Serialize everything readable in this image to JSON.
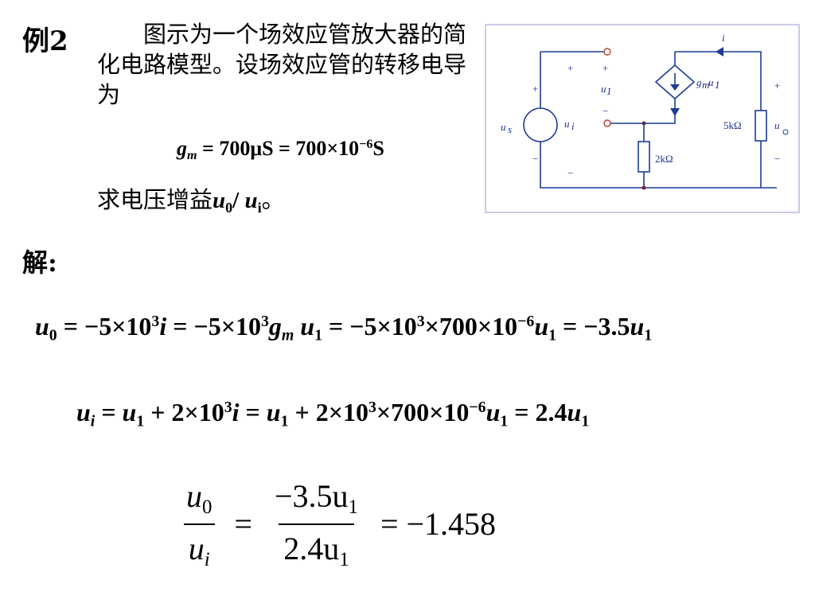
{
  "example": {
    "label": "例2",
    "problem": "图示为一个场效应管放大器的简化电路模型。设场效应管的转移电导为",
    "gm_symbol": "g",
    "gm_sub": "m",
    "gm_value": " = 700μS = 700×10",
    "gm_exp": "−6",
    "gm_unit": "S",
    "ask_prefix": "求电压增益",
    "ask_u": "u",
    "ask_sub0": "0",
    "ask_slash": "/ ",
    "ask_sub_i": "i",
    "ask_suffix": "。"
  },
  "solution": {
    "label": "解:"
  },
  "equations": {
    "eq1": {
      "lhs_sub": "0",
      "p1": " = −5×10",
      "e1": "3",
      "p2": " = −5×10",
      "e2": "3",
      "p3": " = −5×10",
      "e3": "3",
      "p4": "×700×10",
      "e4": "−6",
      "p5": " = −3.5"
    },
    "eq2": {
      "lhs_sub": "i",
      "p1": " = ",
      "p1b": " + 2×10",
      "e1": "3",
      "p2": " = ",
      "p2b": " + 2×10",
      "e2": "3",
      "p3": "×700×10",
      "e3": "−6",
      "p4": " = 2.4"
    },
    "fraction": {
      "num1": "u",
      "num1_sub": "0",
      "den1": "u",
      "den1_sub": "i",
      "eq": "=",
      "num2": "−3.5u",
      "num2_sub": "1",
      "den2": "2.4u",
      "den2_sub": "1",
      "result": "= −1.458"
    }
  },
  "circuit": {
    "labels": {
      "i": "i",
      "us": "u",
      "us_sub": "s",
      "ui": "u",
      "ui_sub": "i",
      "u1": "u",
      "u1_sub": "1",
      "gm": "g",
      "gm_sub": "m",
      "gm_u": "u",
      "gm_u_sub": "1",
      "r2": "2kΩ",
      "r5": "5kΩ",
      "uo": "u",
      "plus": "+",
      "minus": "−"
    },
    "wire_color": "#1d3b9a"
  }
}
